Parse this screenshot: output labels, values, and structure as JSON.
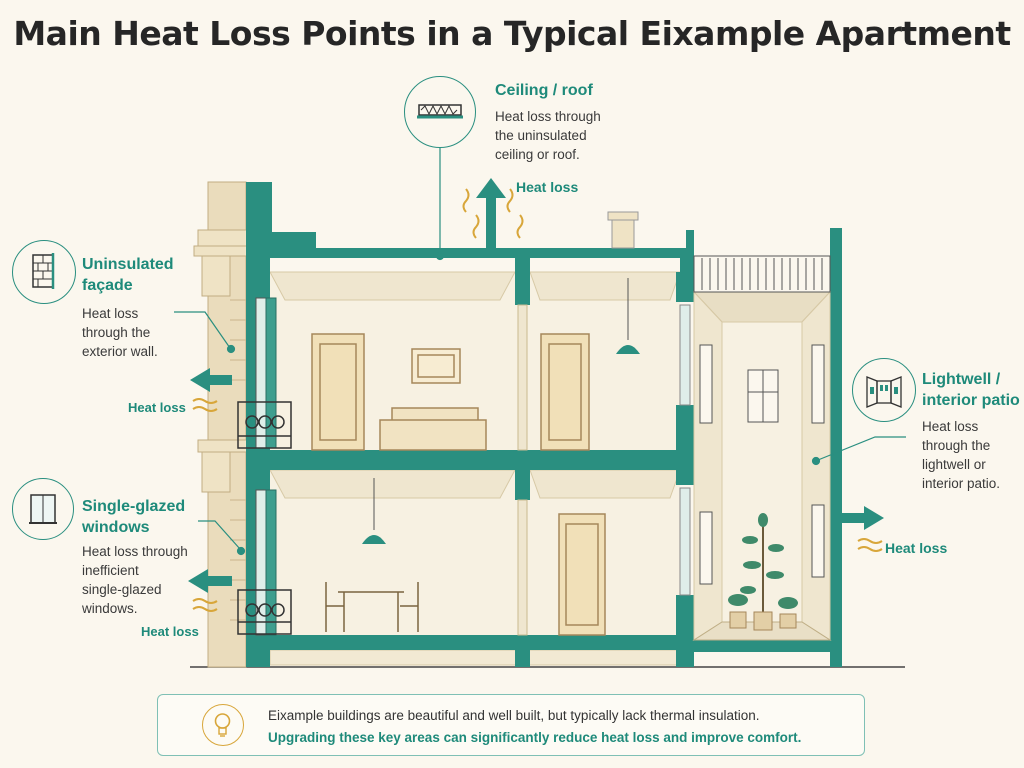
{
  "title": "Main Heat Loss Points in a Typical Eixample Apartment",
  "callouts": {
    "roof": {
      "heading": "Ceiling / roof",
      "lines": [
        "Heat loss through",
        "the uninsulated",
        "ceiling or roof."
      ],
      "icon": "ceiling-insulation-icon"
    },
    "facade": {
      "heading_lines": [
        "Uninsulated",
        "façade"
      ],
      "lines": [
        "Heat loss",
        "through the",
        "exterior wall."
      ],
      "icon": "brick-wall-icon"
    },
    "windows": {
      "heading_lines": [
        "Single-glazed",
        "windows"
      ],
      "lines": [
        "Heat loss through",
        "inefficient",
        "single-glazed",
        "windows."
      ],
      "icon": "window-icon"
    },
    "lightwell": {
      "heading_lines": [
        "Lightwell /",
        "interior patio"
      ],
      "lines": [
        "Heat loss",
        "through the",
        "lightwell or",
        "interior patio."
      ],
      "icon": "patio-icon"
    }
  },
  "heat_loss_labels": {
    "roof": "Heat loss",
    "facade": "Heat loss",
    "windows": "Heat loss",
    "lightwell": "Heat loss"
  },
  "footer": {
    "line1": "Eixample buildings are beautiful and well built, but typically lack thermal insulation.",
    "line2": "Upgrading these key areas can significantly reduce heat loss and improve comfort.",
    "icon": "lightbulb-icon"
  },
  "colors": {
    "teal": "#2a8f80",
    "teal_text": "#1e8a7a",
    "wall": "#f5ecd6",
    "stone": "#eadcbc",
    "heat_wave": "#d8a63a",
    "background": "#fbf7ee"
  }
}
